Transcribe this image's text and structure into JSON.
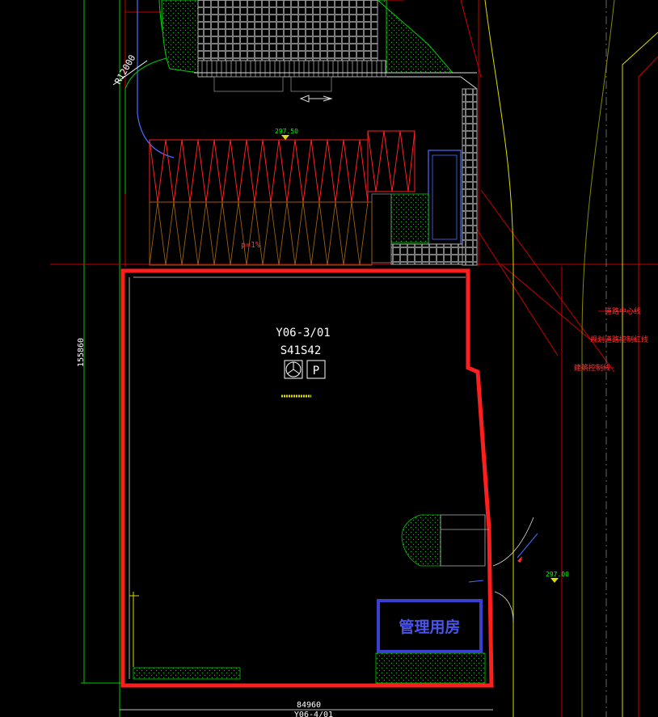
{
  "drawing": {
    "plot_code": "Y06-3/01",
    "parcel_code": "S41S42",
    "parking_symbol": "P",
    "management_house": "管理用房",
    "dim_width": "84960",
    "dim_height": "155860",
    "bottom_code": "Y06-4/01",
    "radius_label": "R12000",
    "slope_label": "p=1%",
    "elevation_a": "297.50",
    "elevation_b": "297.00",
    "annotation_1": "道路中心线",
    "annotation_2": "规划道路控制红线",
    "annotation_3": "建筑控制线"
  },
  "colors": {
    "boundary": "#ff2020",
    "mgmt_border": "#3a3fd0",
    "cad_green": "#00ff00",
    "cad_yellow": "#ffff00",
    "cad_red": "#ff0000",
    "cad_blue": "#4a6cff",
    "background": "#000000"
  }
}
